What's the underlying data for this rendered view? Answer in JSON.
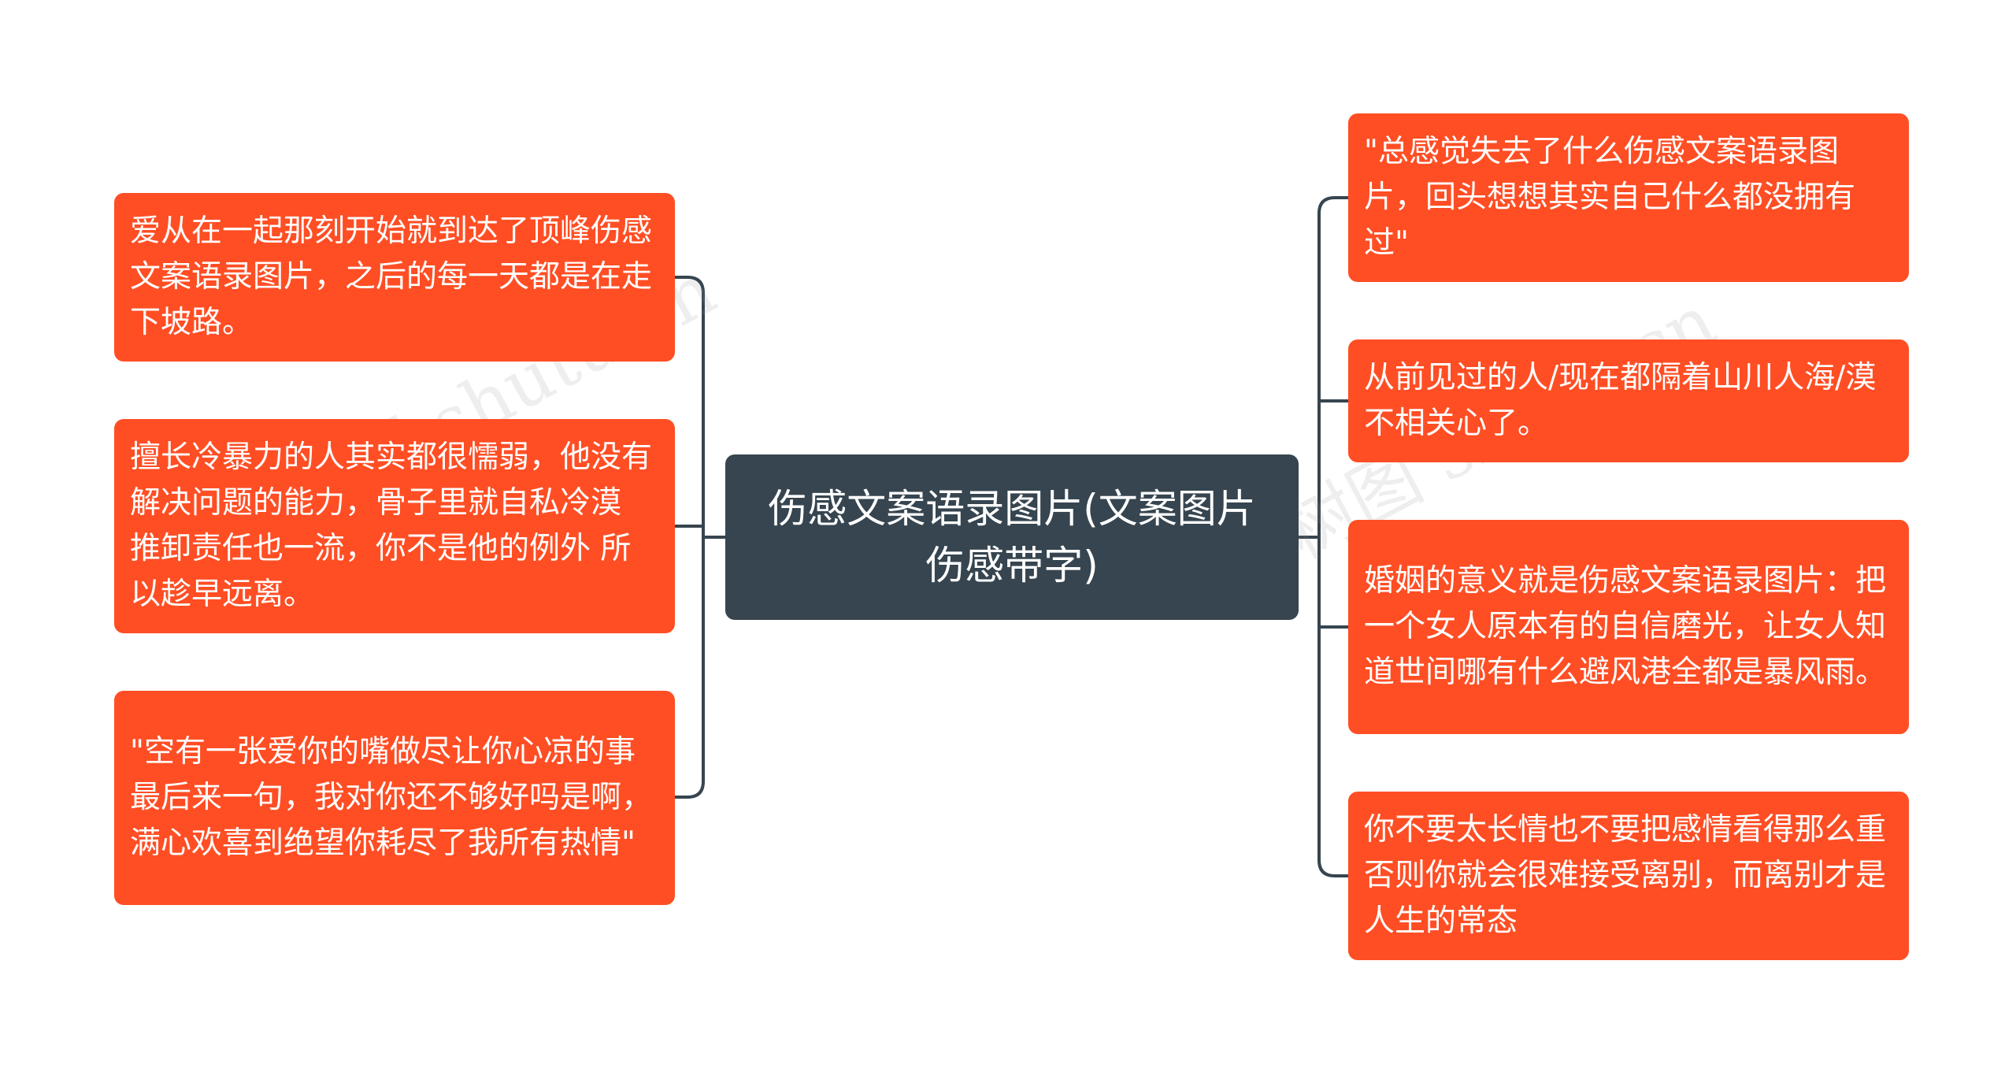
{
  "mindmap": {
    "center": {
      "label": "伤感文案语录图片(文案图片伤感带字)"
    },
    "left_nodes": [
      {
        "text": "爱从在一起那刻开始就到达了顶峰伤感文案语录图片，之后的每一天都是在走下坡路。"
      },
      {
        "text": "擅长冷暴力的人其实都很懦弱，他没有解决问题的能力，骨子里就自私冷漠 推卸责任也一流，你不是他的例外 所以趁早远离。"
      },
      {
        "text": "\"空有一张爱你的嘴做尽让你心凉的事最后来一句，我对你还不够好吗是啊，满心欢喜到绝望你耗尽了我所有热情\""
      }
    ],
    "right_nodes": [
      {
        "text": "\"总感觉失去了什么伤感文案语录图片，回头想想其实自己什么都没拥有过\""
      },
      {
        "text": "从前见过的人/现在都隔着山川人海/漠不相关心了。"
      },
      {
        "text": "婚姻的意义就是伤感文案语录图片：把一个女人原本有的自信磨光，让女人知道世间哪有什么避风港全都是暴风雨。"
      },
      {
        "text": "你不要太长情也不要把感情看得那么重否则你就会很难接受离别，而离别才是人生的常态"
      }
    ],
    "colors": {
      "center_fill": "#36454f",
      "leaf_fill": "#ff4e24",
      "connector": "#36454f",
      "text": "#ffffff"
    }
  },
  "watermark": {
    "left": "树图 shutu.cn",
    "right": "树图 shutu.cn"
  }
}
